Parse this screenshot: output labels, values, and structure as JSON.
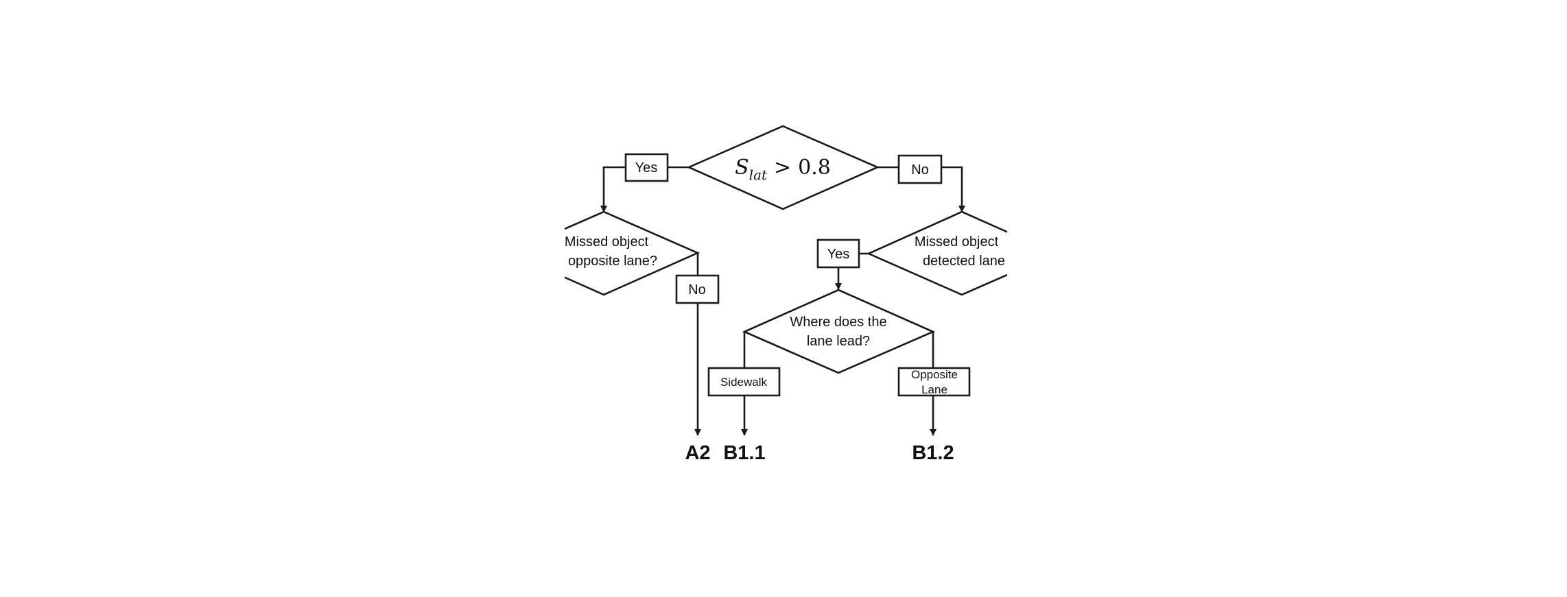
{
  "diagram": {
    "root_condition": {
      "var": "S",
      "sub": "lat",
      "op": ">",
      "value": "0.8"
    },
    "left_branch_label": "Yes",
    "right_branch_label": "No",
    "left_decision": {
      "line1": "Missed object",
      "line2": "opposite lane?"
    },
    "left_no_label": "No",
    "right_decision": {
      "line1": "Missed object",
      "line2": "detected lane"
    },
    "right_yes_label": "Yes",
    "lane_decision": {
      "line1": "Where does the",
      "line2": "lane lead?"
    },
    "sidewalk_label": "Sidewalk",
    "opposite_lane_label": {
      "line1": "Opposite",
      "line2": "Lane"
    },
    "outcomes": {
      "a2": "A2",
      "b11": "B1.1",
      "b12": "B1.2"
    },
    "colors": {
      "stroke": "#1a1a1a",
      "fill": "#ffffff",
      "text": "#111111"
    }
  }
}
